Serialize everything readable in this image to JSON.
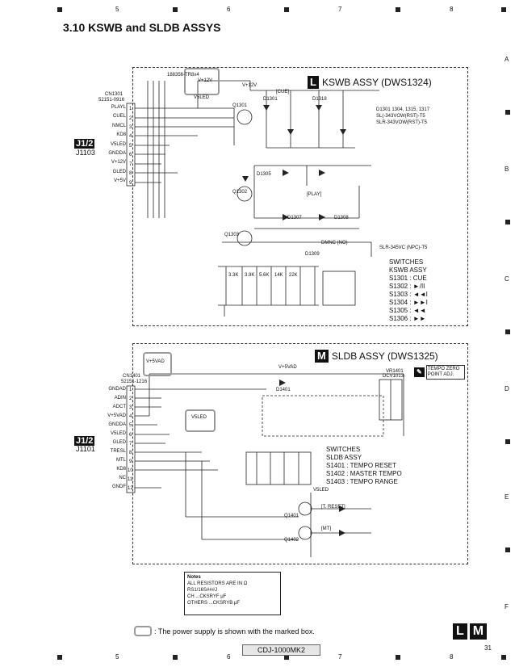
{
  "column_numbers": [
    "5",
    "6",
    "7",
    "8"
  ],
  "row_letters": [
    "A",
    "B",
    "C",
    "D",
    "E",
    "F"
  ],
  "page_title": "3.10  KSWB and SLDB ASSYS",
  "kswb": {
    "assy_letter": "L",
    "assy_title": "KSWB ASSY (DWS1324)",
    "connector_ref": "CN1301",
    "connector_part": "52151-0916",
    "jack_label": "J1/2",
    "jack_ref": "J1103",
    "pins": [
      "PLAYL",
      "CUEL",
      "NMCL",
      "KD8",
      "V5LED",
      "GNDDA",
      "V+12V",
      "GLED",
      "V+5V"
    ],
    "power_marks": [
      "V+12V",
      "V5LED"
    ],
    "labels": [
      "V+12V",
      "D1301",
      "D1318",
      "[CUE]",
      "[PLAY]",
      "D1305",
      "D1309",
      "D1307",
      "D1308",
      "Q1301",
      "Q1302",
      "Q1303",
      "DMNC (NO)",
      "188356-TR8x4"
    ],
    "led_notes": [
      "D1301 1304, 1315, 1317",
      "SL(-343VOW(RST)-T5",
      "SLR-343VOW(RST)-T5",
      "SLR-345VC (NPC)-T5"
    ],
    "switches_title": "SWITCHES",
    "switches_sub": "KSWB ASSY",
    "switches": [
      "S1301 : CUE",
      "S1302 : ►/II",
      "S1303 : ◄◄I",
      "S1304 : ►►I",
      "S1305 : ◄◄",
      "S1306 : ►►"
    ],
    "switch_resistors": [
      "3.3K",
      "3.9K",
      "5.6K",
      "14K",
      "22K"
    ]
  },
  "sldb": {
    "assy_letter": "M",
    "assy_title": "SLDB ASSY (DWS1325)",
    "connector_ref": "CN1401",
    "connector_part": "52151-1216",
    "jack_label": "J1/2",
    "jack_ref": "J1101",
    "pins": [
      "GNDAD",
      "ADIN",
      "ADCT",
      "V+5VAD",
      "GNDDA",
      "V5LED",
      "GLED",
      "TRESL",
      "MTL",
      "KD8",
      "NC",
      "GNDF"
    ],
    "power_marks": [
      "V+5VAD",
      "V5LED"
    ],
    "tempo_tag": "TEMPO ZERO POINT ADJ.",
    "labels": [
      "V+5VAD",
      "D1401",
      "Q1401",
      "Q1402",
      "[T. RESET]",
      "[MT]",
      "V5LED",
      "VR1401",
      "DCV1013-"
    ],
    "switches_title": "SWITCHES",
    "switches_sub": "SLDB ASSY",
    "switches": [
      "S1401 : TEMPO RESET",
      "S1402 : MASTER TEMPO",
      "S1403 : TEMPO RANGE"
    ]
  },
  "notes": {
    "title": "Notes",
    "lines": [
      "ALL RESISTORS ARE IN Ω",
      "RS1/16S###J",
      "CH  ...CKSRYF  μF",
      "OTHERS ...CKSRYB μF"
    ]
  },
  "power_note": ": The power supply is shown with the marked box.",
  "model": "CDJ-1000MK2",
  "page_number": "31",
  "corner_letters": [
    "L",
    "M"
  ]
}
